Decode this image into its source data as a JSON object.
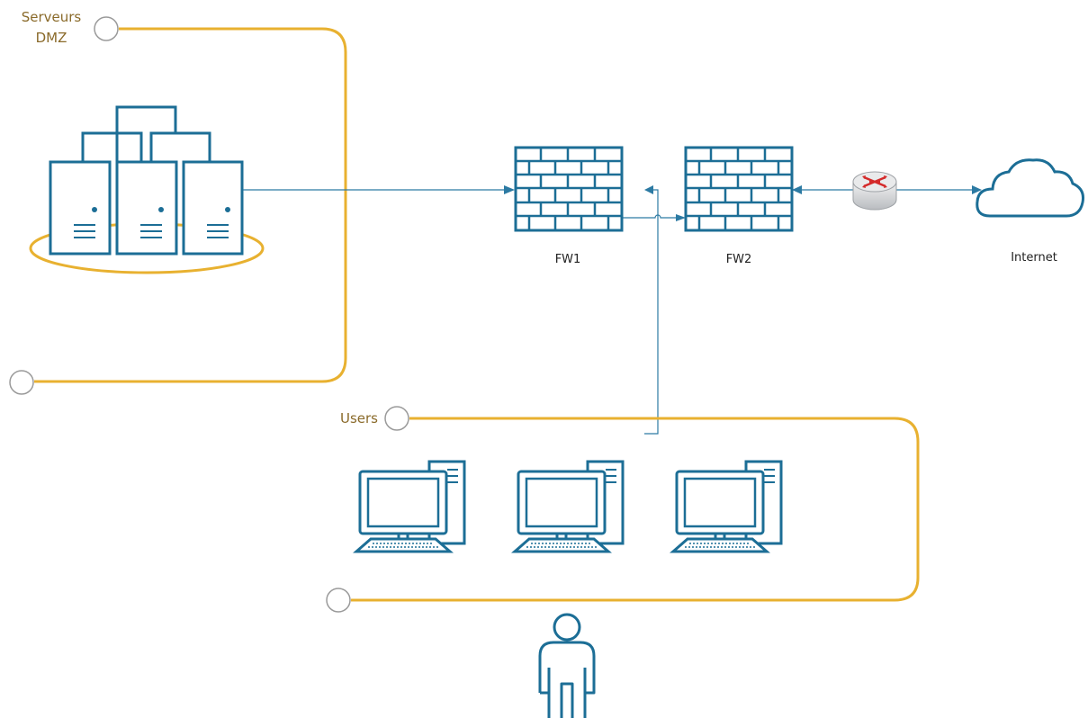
{
  "zones": {
    "dmz": {
      "label_line1": "Serveurs",
      "label_line2": "DMZ"
    },
    "users": {
      "label": "Users"
    }
  },
  "nodes": {
    "fw1": {
      "label": "FW1"
    },
    "fw2": {
      "label": "FW2"
    },
    "internet": {
      "label": "Internet"
    }
  },
  "colors": {
    "zone_outline": "#e8b130",
    "icon_stroke": "#1c6e96",
    "link": "#2c7aa3",
    "zone_text": "#8a6a2a",
    "router_accent": "#d42a2a"
  }
}
